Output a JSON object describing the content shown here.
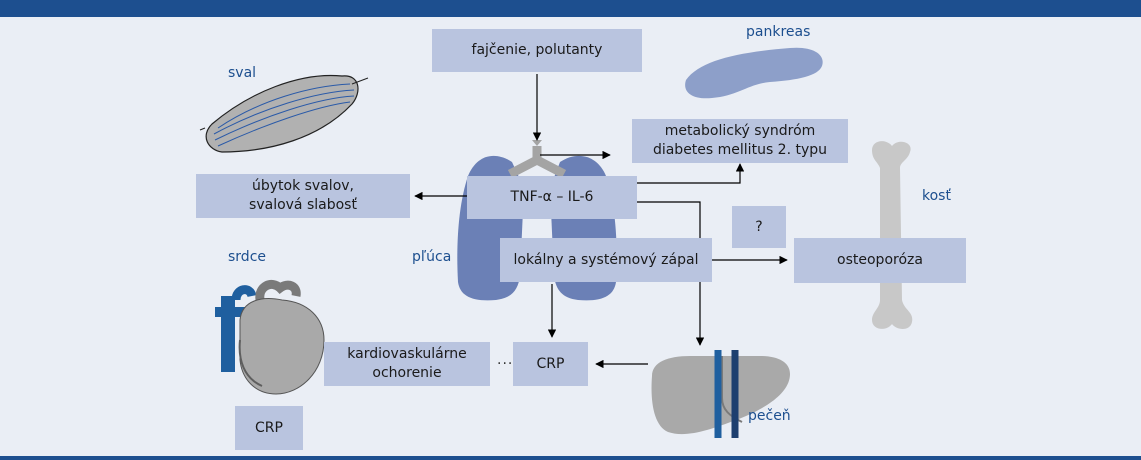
{
  "boxes": {
    "smoking": "fajčenie, polutanty",
    "metabolic_1": "metabolický syndróm",
    "metabolic_2": "diabetes mellitus 2. typu",
    "muscle_loss_1": "úbytok svalov,",
    "muscle_loss_2": "svalová slabosť",
    "cytokines": "TNF-α – IL-6",
    "question": "?",
    "inflammation": "lokálny a systémový zápal",
    "osteoporosis": "osteoporóza",
    "cardio_1": "kardiovaskulárne",
    "cardio_2": "ochorenie",
    "crp_center": "CRP",
    "crp_left": "CRP"
  },
  "labels": {
    "muscle": "sval",
    "pancreas": "pankreas",
    "bone": "kosť",
    "heart": "srdce",
    "lungs": "pľúca",
    "liver": "pečeň"
  },
  "connector_dots": "·······",
  "colors": {
    "header": "#1d4f8f",
    "background": "#eaeef5",
    "box": "#b9c4df",
    "label": "#1d4f8f",
    "organ_blue": "#6b80b6",
    "organ_gray": "#a9a9a9"
  }
}
